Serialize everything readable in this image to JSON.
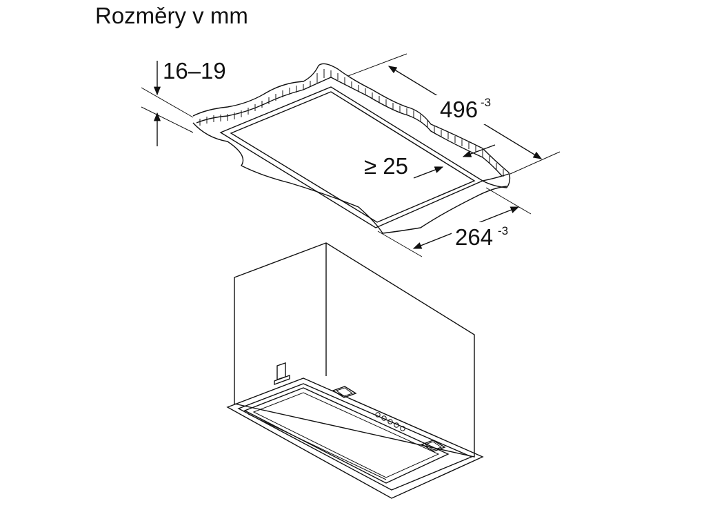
{
  "title": "Rozměry v mm",
  "dimensions": {
    "thickness": {
      "value": "16–19"
    },
    "depth_gap": {
      "value": "≥ 25"
    },
    "width": {
      "value": "496",
      "tolerance": "-3"
    },
    "depth": {
      "value": "264",
      "tolerance": "-3"
    }
  }
}
